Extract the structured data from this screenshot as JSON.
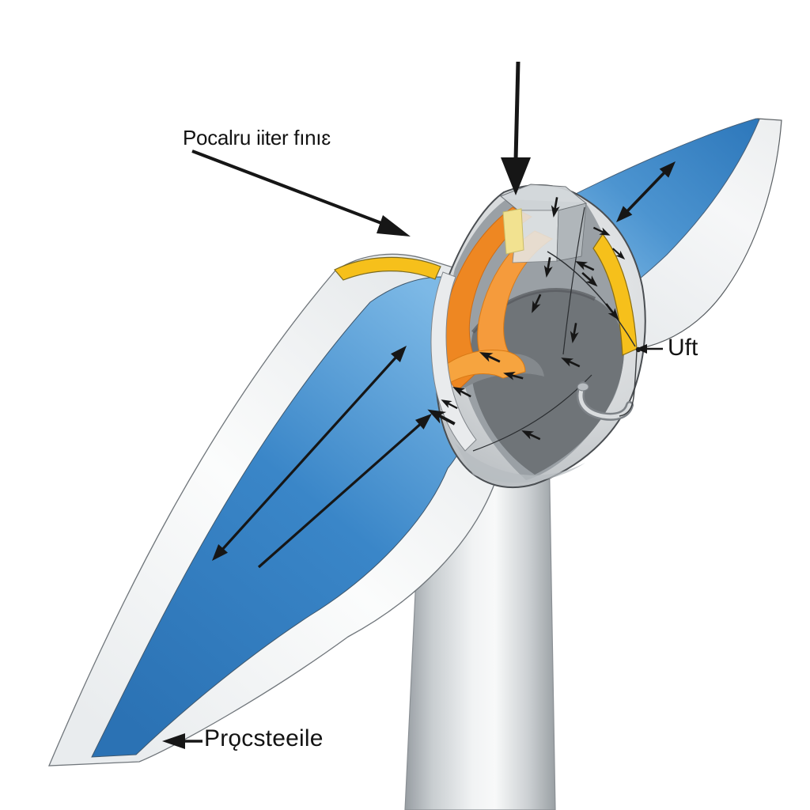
{
  "diagram": {
    "background_color": "#ffffff",
    "annotations": {
      "blade_flow_label": "Pocalru iiter fınıɛ",
      "lift_label": "Uft",
      "tip_label": "Prǫcsteeile"
    },
    "icons": [
      "wind-direction-arrow",
      "annotation-pointer-arrow",
      "blade-span-double-arrow",
      "blade-flow-double-arrow",
      "blade-flow-arrow",
      "tip-pointer-arrow",
      "lift-pointer-line",
      "small-flow-arrows"
    ],
    "colors": {
      "blade_blue": "#2e7abd",
      "blade_blue_light": "#85bfe8",
      "blade_white": "#f2f4f5",
      "hub_shell_gray": "#d7dadc",
      "hub_interior_gray": "#9aa0a5",
      "hub_interior_dark": "#6f7478",
      "cutaway_orange": "#ee8722",
      "cutaway_orange_light": "#f59b3c",
      "accent_yellow": "#f6c01b",
      "pale_yellow": "#f2e290",
      "tower_gray": "#c6cbcf",
      "arrow_black": "#161616"
    }
  }
}
